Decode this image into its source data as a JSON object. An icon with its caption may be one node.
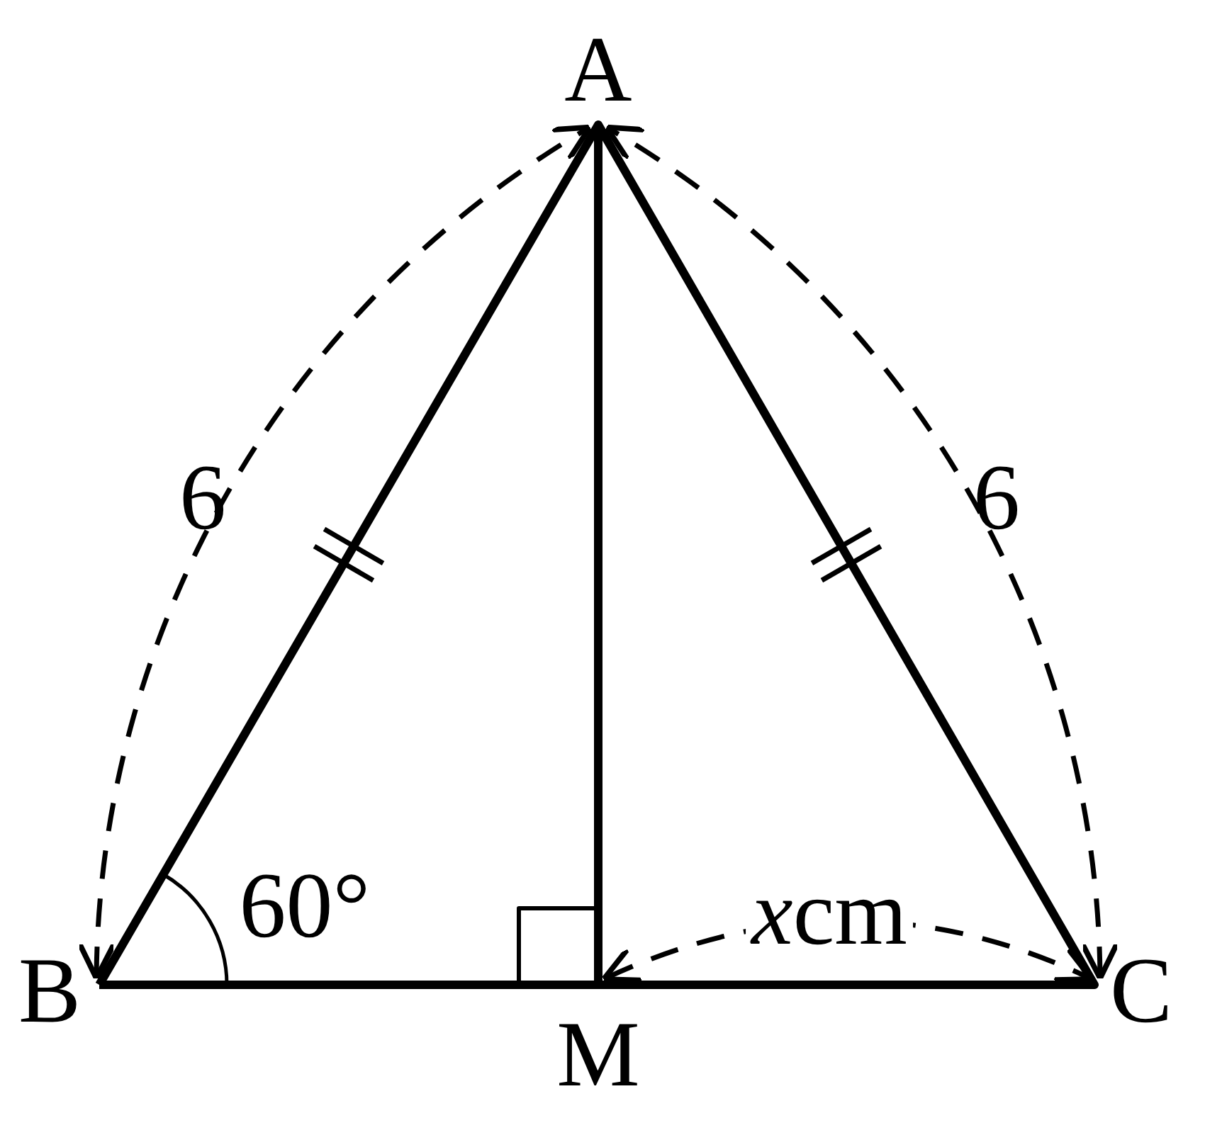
{
  "diagram": {
    "labels": [
      "A",
      "6",
      "6",
      "60°",
      "xcm",
      "B",
      "M",
      "C"
    ]
  }
}
